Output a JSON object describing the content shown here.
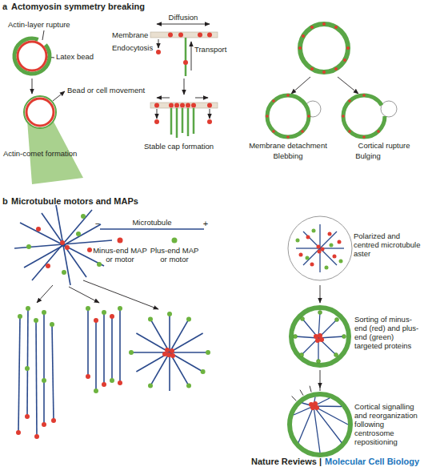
{
  "diagram": {
    "labels": [
      "a",
      "Actomyosin symmetry breaking",
      "Actin-layer rupture",
      "Latex bead",
      "Diffusion",
      "Membrane",
      "Endocytosis",
      "Transport",
      "Bead or cell movement",
      "Actin-comet formation",
      "Stable cap formation",
      "Membrane detachment",
      "Cortical rupture",
      "Blebbing",
      "Bulging",
      "b",
      "Microtubule motors and MAPs",
      "Microtubule",
      "−",
      "+",
      "Minus-end MAP or motor",
      "Plus-end MAP or motor",
      "Polarized and centred microtubule aster",
      "Sorting of minus-end (red) and plus-end (green) targeted proteins",
      "Cortical signalling and reorganization following centrosome repositioning",
      "Nature Reviews |",
      "Molecular Cell Biology"
    ]
  }
}
